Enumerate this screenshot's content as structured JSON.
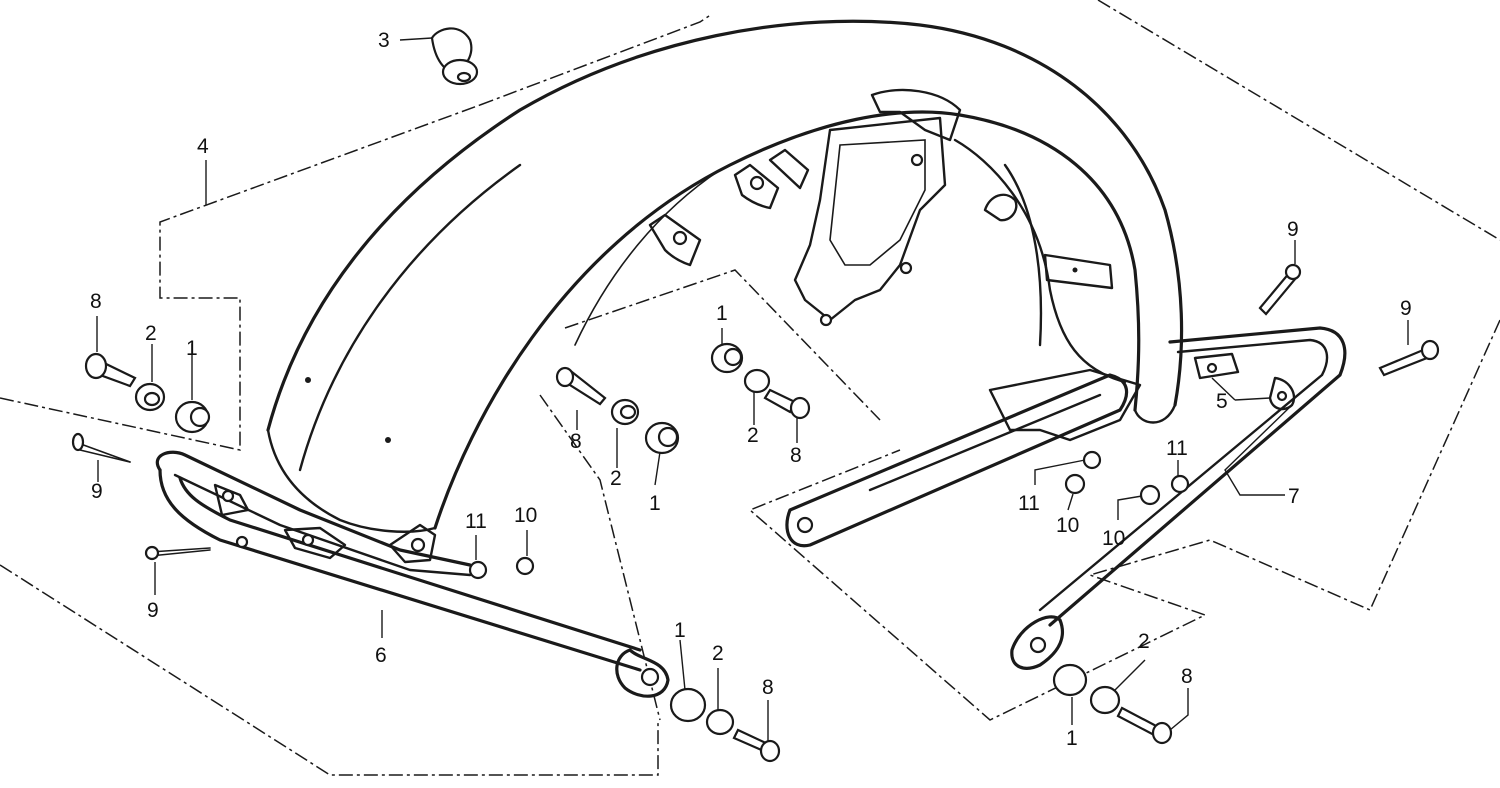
{
  "diagram": {
    "background": "#ffffff",
    "line_color": "#1a1a1a",
    "parts": [
      {
        "number": "1"
      },
      {
        "number": "2"
      },
      {
        "number": "3"
      },
      {
        "number": "4"
      },
      {
        "number": "5"
      },
      {
        "number": "6"
      },
      {
        "number": "7"
      },
      {
        "number": "8"
      },
      {
        "number": "9"
      },
      {
        "number": "10"
      },
      {
        "number": "11"
      }
    ],
    "callouts": [
      "3",
      "4",
      "8",
      "2",
      "1",
      "9",
      "9",
      "6",
      "8",
      "2",
      "1",
      "1",
      "2",
      "8",
      "11",
      "10",
      "1",
      "2",
      "8",
      "9",
      "9",
      "5",
      "11",
      "11",
      "10",
      "10",
      "7",
      "2",
      "8",
      "1"
    ]
  }
}
